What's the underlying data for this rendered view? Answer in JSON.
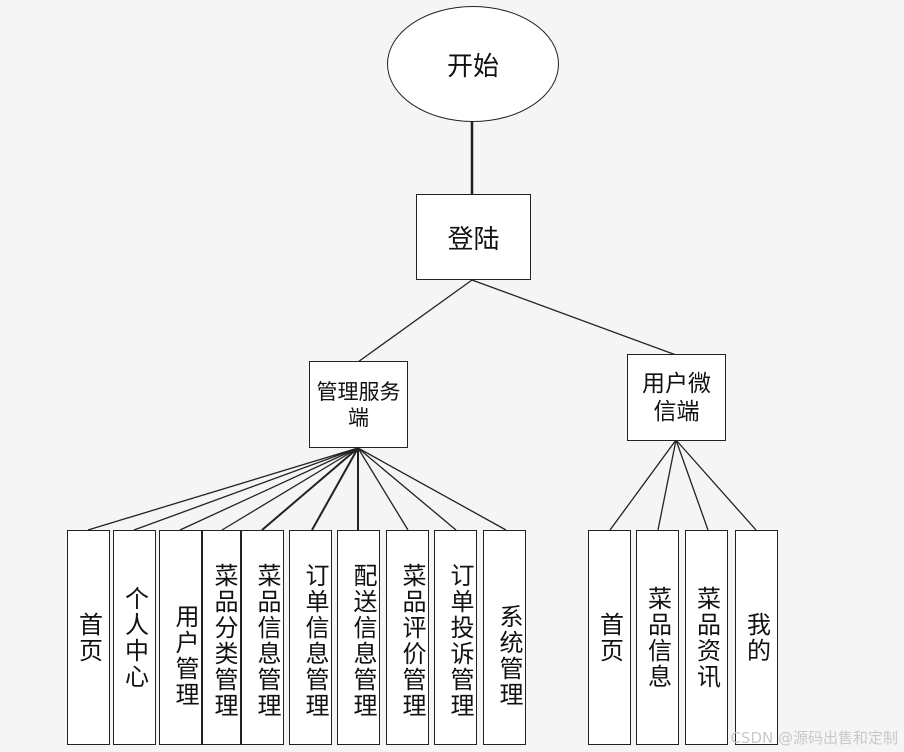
{
  "root": {
    "label": "开始"
  },
  "login": {
    "label": "登陆"
  },
  "admin": {
    "label": "管理服务端",
    "children": [
      "首页",
      "个人中心",
      "用户管理",
      "菜品分类管理",
      "菜品信息管理",
      "订单信息管理",
      "配送信息管理",
      "菜品评价管理",
      "订单投诉管理",
      "系统管理"
    ]
  },
  "wechat": {
    "label": "用户微信端",
    "children": [
      "首页",
      "菜品信息",
      "菜品资讯",
      "我的"
    ]
  },
  "watermark": "CSDN @源码出售和定制",
  "colors": {
    "line": "#222222",
    "node_bg": "#ffffff",
    "canvas_bg": "#f5f5f5",
    "watermark": "#c9c9c9"
  }
}
